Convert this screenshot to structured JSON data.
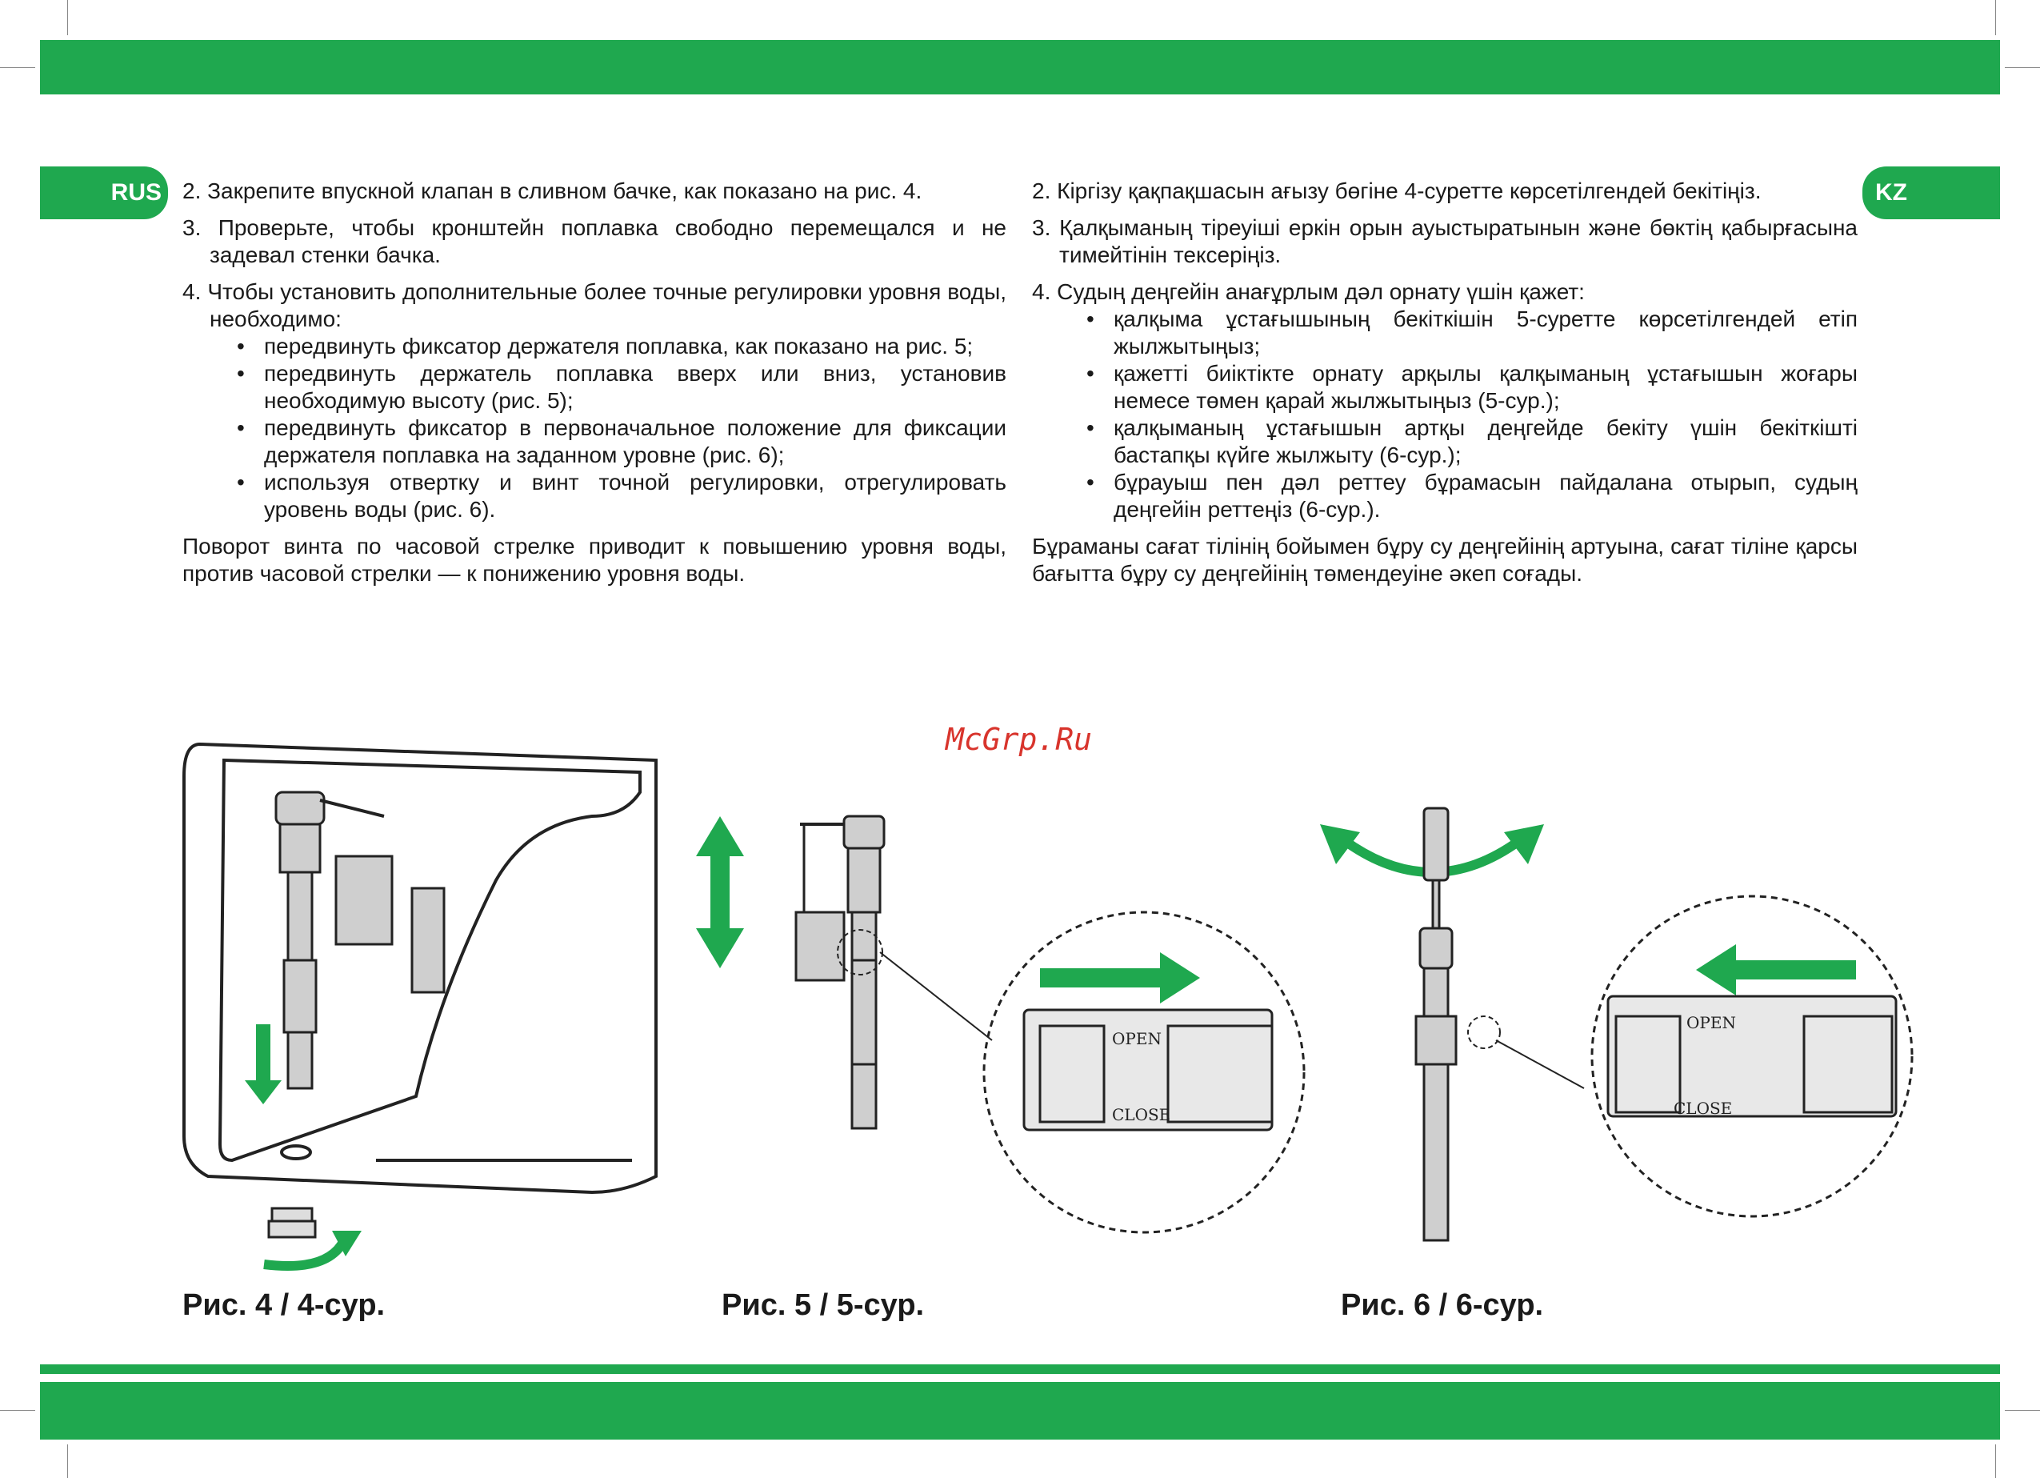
{
  "tabs": {
    "left": "RUS",
    "right": "KZ"
  },
  "rus": {
    "steps": [
      "2. Закрепите впускной клапан в сливном бачке, как показано на рис. 4.",
      "3. Проверьте, чтобы кронштейн поплавка свободно перемещался и не задевал стенки бачка.",
      "4. Чтобы установить дополнительные более точные регулировки уровня воды, необходимо:"
    ],
    "bullets": [
      "передвинуть фиксатор держателя поплавка, как показано на рис. 5;",
      "передвинуть держатель поплавка вверх или вниз, установив необходимую высоту (рис. 5);",
      "передвинуть фиксатор в первоначальное положение для фиксации держателя поплавка на заданном уровне (рис. 6);",
      "используя отвертку и винт точной регулировки, отрегулировать уровень воды (рис. 6)."
    ],
    "paragraph": "Поворот винта по часовой стрелке приводит к повышению уровня воды, против часовой стрелки — к понижению уровня воды."
  },
  "kz": {
    "steps": [
      "2. Кіргізу қақпақшасын ағызу бөгіне 4-суретте көрсетілгендей бекітіңіз.",
      "3. Қалқыманың тіреуіші еркін орын ауыстыратынын және бөктің қабырғасына тимейтінін тексеріңіз.",
      "4. Судың деңгейін анағұрлым дәл орнату үшін қажет:"
    ],
    "bullets": [
      "қалқыма ұстағышының бекіткішін 5-суретте көрсетілгендей етіп жылжытыңыз;",
      "қажетті биіктікте орнату арқылы қалқыманың ұстағышын жоғары немесе төмен қарай жылжытыңыз (5-сур.);",
      "қалқыманың ұстағышын артқы деңгейде бекіту үшін бекіткішті бастапқы күйге жылжыту (6-сур.);",
      "бұрауыш пен дәл реттеу бұрамасын пайдалана отырып, судың деңгейін реттеңіз (6-сур.)."
    ],
    "paragraph": "Бұраманы сағат тілінің бойымен бұру су деңгейінің артуына, сағат тіліне қарсы бағытта бұру су деңгейінің төмендеуіне әкеп соғады."
  },
  "watermark": "McGrp.Ru",
  "figures": {
    "fig4_caption": "Рис. 4 / 4-сур.",
    "fig5_caption": "Рис. 5 / 5-сур.",
    "fig6_caption": "Рис. 6 / 6-сур.",
    "open_label": "OPEN",
    "close_label": "CLOSE"
  },
  "colors": {
    "brand_green": "#1fa84f",
    "watermark_red": "#d8342c"
  }
}
